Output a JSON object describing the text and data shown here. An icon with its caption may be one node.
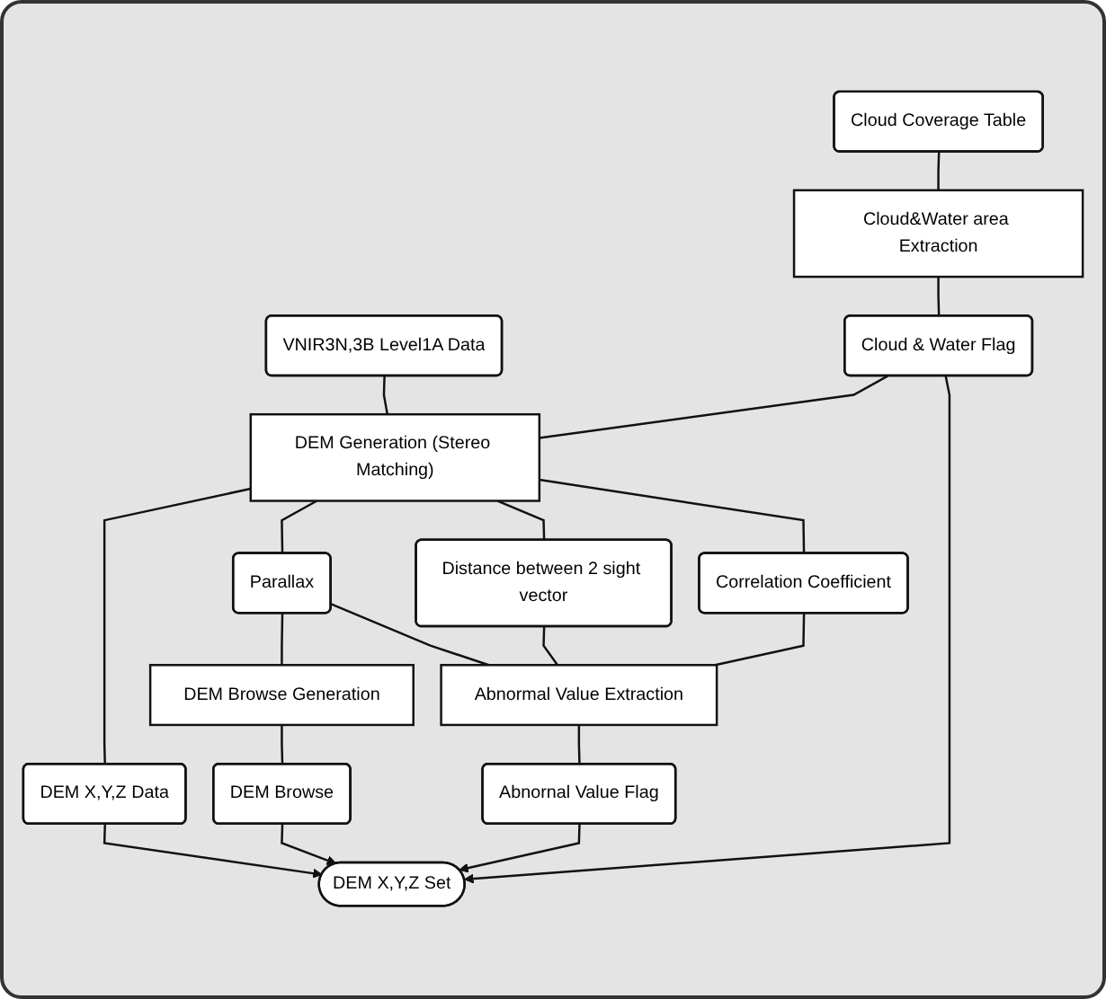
{
  "diagram": {
    "nodes": [
      {
        "text": [
          "Cloud Coverage Table"
        ]
      },
      {
        "text": [
          "VNIR3N,3B Level1A Data"
        ]
      },
      {
        "text": [
          "Cloud&Water area Extraction"
        ]
      },
      {
        "text": [
          "Cloud & Water Flag"
        ]
      },
      {
        "text": [
          "DEM Generation (Stereo Matching)"
        ]
      },
      {
        "text": [
          "DEM X,Y,Z Data"
        ]
      },
      {
        "text": [
          "Parallax"
        ]
      },
      {
        "text": [
          "Distance between 2 sight vector"
        ]
      },
      {
        "text": [
          "Correlation Coefficient"
        ]
      },
      {
        "text": [
          "DEM Browse Generation"
        ]
      },
      {
        "text": [
          "Abnormal Value Extraction"
        ]
      },
      {
        "text": [
          "DEM Browse"
        ]
      },
      {
        "text": [
          "Abnornal Value Flag"
        ]
      },
      {
        "text": [
          "DEM X,Y,Z Set"
        ]
      }
    ],
    "edges": [
      {
        "from": 0,
        "to": 2,
        "arrow": "none"
      },
      {
        "from": 2,
        "to": 3,
        "arrow": "none"
      },
      {
        "from": 1,
        "to": 4,
        "arrow": "none"
      },
      {
        "from": 3,
        "to": 4,
        "arrow": "none"
      },
      {
        "from": 4,
        "to": 5,
        "arrow": "none"
      },
      {
        "from": 4,
        "to": 6,
        "arrow": "none"
      },
      {
        "from": 4,
        "to": 7,
        "arrow": "none"
      },
      {
        "from": 4,
        "to": 8,
        "arrow": "none"
      },
      {
        "from": 6,
        "to": 9,
        "arrow": "none"
      },
      {
        "from": 6,
        "to": 10,
        "arrow": "none"
      },
      {
        "from": 7,
        "to": 10,
        "arrow": "none"
      },
      {
        "from": 8,
        "to": 10,
        "arrow": "none"
      },
      {
        "from": 9,
        "to": 11,
        "arrow": "none"
      },
      {
        "from": 10,
        "to": 12,
        "arrow": "none"
      },
      {
        "from": 3,
        "to": 13,
        "arrow": "to"
      },
      {
        "from": 5,
        "to": 13,
        "arrow": "to"
      },
      {
        "from": 11,
        "to": 13,
        "arrow": "to"
      },
      {
        "from": 12,
        "to": 13,
        "arrow": "to"
      }
    ]
  }
}
